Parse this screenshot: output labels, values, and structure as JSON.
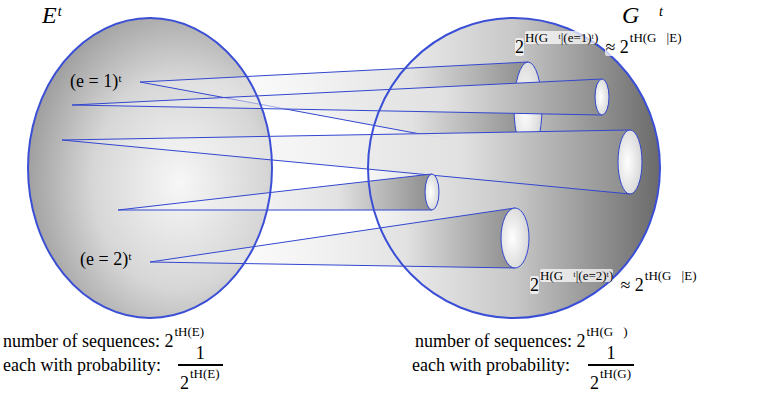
{
  "diagram": {
    "nodes": [
      {
        "text": [
          "Eᵗ"
        ]
      },
      {
        "text": [
          "G⃗ᵗ"
        ]
      }
    ],
    "labels": [
      "(e = 1)ᵗ",
      "2",
      "H(G⃗ᵗ|(e=1)ᵗ)",
      "≈ 2",
      "tH(G⃗|E)",
      "(e = 2)ᵗ",
      "2",
      "H(G⃗ᵗ|(e=2)ᵗ)",
      "≈ 2",
      "tH(G⃗|E)",
      "number of sequences: 2",
      "tH(E)",
      "each with probability:",
      "1",
      "2",
      "tH(E)",
      "number of sequences: 2",
      "tH(G⃗)",
      "each with probability:",
      "1",
      "2",
      "tH(G)"
    ]
  }
}
